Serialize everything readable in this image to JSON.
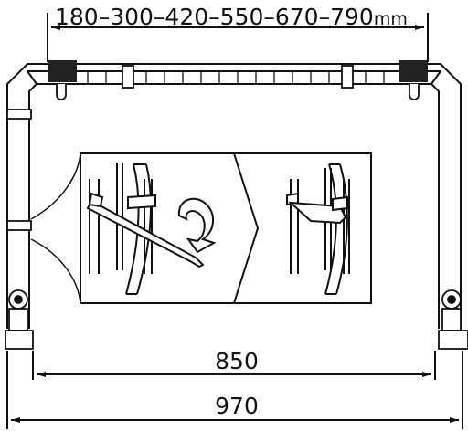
{
  "diagram": {
    "top_dimension_text": "180–300–420–550–670–790",
    "top_dimension_unit": "mm",
    "inner_width_label": "850",
    "outer_width_label": "970"
  },
  "icons": {
    "rotation_arrow": "curved-arrow-icon",
    "step_chevron": "chevron-right-icon"
  },
  "colors": {
    "line": "#111111",
    "background": "#ffffff",
    "panel_fill": "#ffffff",
    "cap_fill": "#222222"
  }
}
